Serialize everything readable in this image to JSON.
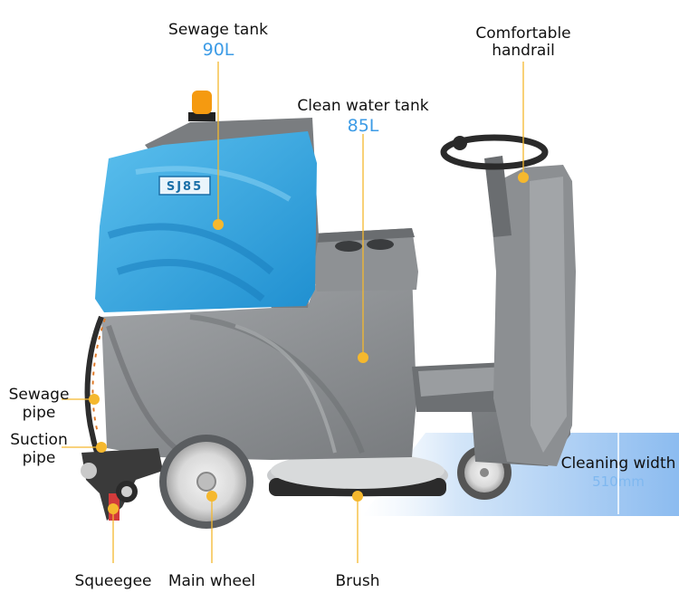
{
  "labels": {
    "sewage_tank": {
      "name": "Sewage tank",
      "value": "90L"
    },
    "clean_water_tank": {
      "name": "Clean water tank",
      "value": "85L"
    },
    "handrail": {
      "line1": "Comfortable",
      "line2": "handrail"
    },
    "sewage_pipe": {
      "line1": "Sewage",
      "line2": "pipe"
    },
    "suction_pipe": {
      "line1": "Suction",
      "line2": "pipe"
    },
    "cleaning_width": {
      "name": "Cleaning width",
      "value": "510mm"
    },
    "squeegee": "Squeegee",
    "main_wheel": "Main wheel",
    "brush": "Brush"
  },
  "machine": {
    "model_badge": "SJ85"
  },
  "colors": {
    "accent_blue": "#3c9be6",
    "tank_blue": "#2ea3df",
    "body_gray": "#8a8d90",
    "marker_yellow": "#f5b82e",
    "beacon_orange": "#f59a10"
  }
}
